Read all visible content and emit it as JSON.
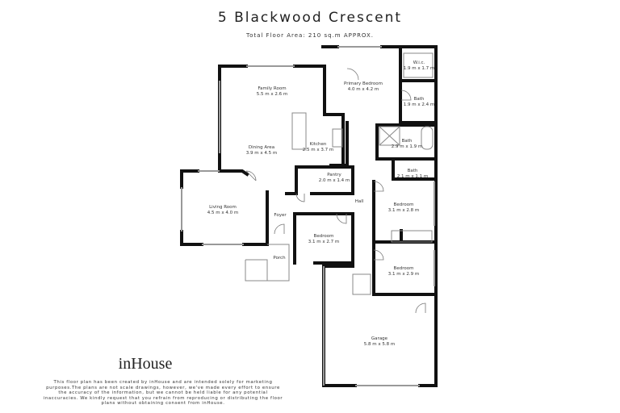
{
  "header": {
    "title": "5 Blackwood Crescent",
    "subtitle": "Total Floor Area: 210 sq.m APPROX."
  },
  "rooms": [
    {
      "name": "Family Room",
      "size": "5.5 m x 2.6 m"
    },
    {
      "name": "Primary Bedroom",
      "size": "4.0 m x 4.2 m"
    },
    {
      "name": "W.i.c.",
      "size": "1.9 m x 1.7 m"
    },
    {
      "name": "Bath",
      "size": "1.9 m x 2.4 m"
    },
    {
      "name": "Dining Area",
      "size": "3.9 m x 4.5 m"
    },
    {
      "name": "Kitchen",
      "size": "2.5 m x 3.7 m"
    },
    {
      "name": "Bath",
      "size": "2.9 m x 1.9 m"
    },
    {
      "name": "Pantry",
      "size": "2.0 m x 1.4 m"
    },
    {
      "name": "Bath",
      "size": "2.1 m x 1.1 m"
    },
    {
      "name": "Living Room",
      "size": "4.5 m x 4.0 m"
    },
    {
      "name": "Hall",
      "size": ""
    },
    {
      "name": "Bedroom",
      "size": "3.1 m x 2.8 m"
    },
    {
      "name": "Foyer",
      "size": ""
    },
    {
      "name": "Bedroom",
      "size": "3.1 m x 2.7 m"
    },
    {
      "name": "Porch",
      "size": ""
    },
    {
      "name": "Bedroom",
      "size": "3.1 m x 2.9 m"
    },
    {
      "name": "Garage",
      "size": "5.8 m x 5.8 m"
    }
  ],
  "footer": {
    "logo": "inHouse",
    "disclaimer": "This floor plan has been created by inHouse and are intended solely for marketing purposes.The plans are not scale drawings, however, we've made every effort to ensure the accuracy of the information, but we cannot be held liable for any potential inaccuracies. We kindly request that you refrain from reproducing or distributing the floor plans without obtaining consent from inHouse."
  }
}
